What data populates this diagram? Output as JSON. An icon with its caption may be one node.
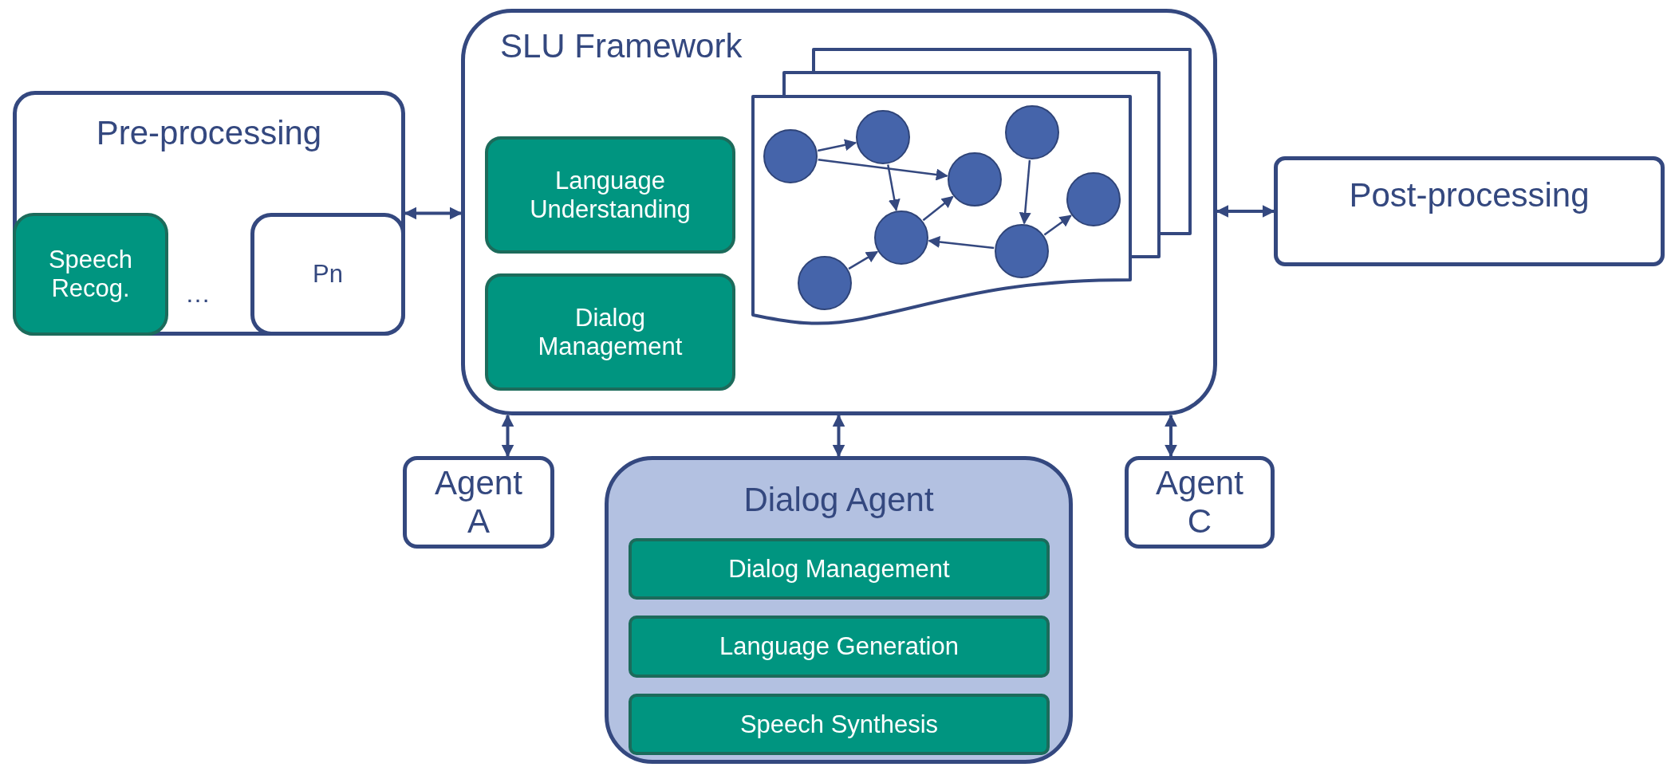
{
  "diagram": {
    "nodes": [
      {
        "text": [
          "Pre-processing"
        ]
      },
      {
        "text": [
          "Speech Recog."
        ],
        "in": 0
      },
      {
        "text": [
          "Pn"
        ],
        "in": 0
      },
      {
        "text": [
          "SLU Framework"
        ]
      },
      {
        "text": [
          "Language Understanding"
        ],
        "in": 3
      },
      {
        "text": [
          "Dialog Management"
        ],
        "in": 3
      },
      {
        "text": [],
        "shape": "circle",
        "in": 3
      },
      {
        "text": [],
        "shape": "circle",
        "in": 3
      },
      {
        "text": [],
        "shape": "circle",
        "in": 3
      },
      {
        "text": [],
        "shape": "circle",
        "in": 3
      },
      {
        "text": [],
        "shape": "circle",
        "in": 3
      },
      {
        "text": [],
        "shape": "circle",
        "in": 3
      },
      {
        "text": [],
        "shape": "circle",
        "in": 3
      },
      {
        "text": [],
        "shape": "circle",
        "in": 3
      },
      {
        "text": [
          "Post-processing"
        ]
      },
      {
        "text": [
          "Agent A"
        ]
      },
      {
        "text": [
          "Dialog Agent"
        ]
      },
      {
        "text": [
          "Dialog Management"
        ],
        "in": 16
      },
      {
        "text": [
          "Language Generation"
        ],
        "in": 16
      },
      {
        "text": [
          "Speech Synthesis"
        ],
        "in": 16
      },
      {
        "text": [
          "Agent C"
        ]
      }
    ],
    "edges": [
      {
        "from": 0,
        "to": 3,
        "arrow": "both"
      },
      {
        "from": 3,
        "to": 14,
        "arrow": "both"
      },
      {
        "from": 3,
        "to": 15,
        "arrow": "both"
      },
      {
        "from": 3,
        "to": 16,
        "arrow": "both"
      },
      {
        "from": 3,
        "to": 20,
        "arrow": "both"
      },
      {
        "from": 6,
        "to": 8,
        "arrow": "to"
      },
      {
        "from": 6,
        "to": 10,
        "arrow": "to"
      },
      {
        "from": 8,
        "to": 9,
        "arrow": "to"
      },
      {
        "from": 9,
        "to": 10,
        "arrow": "to"
      },
      {
        "from": 12,
        "to": 11,
        "arrow": "to"
      },
      {
        "from": 11,
        "to": 9,
        "arrow": "to"
      },
      {
        "from": 11,
        "to": 13,
        "arrow": "to"
      },
      {
        "from": 7,
        "to": 9,
        "arrow": "to"
      }
    ],
    "labels": [
      "…"
    ]
  }
}
